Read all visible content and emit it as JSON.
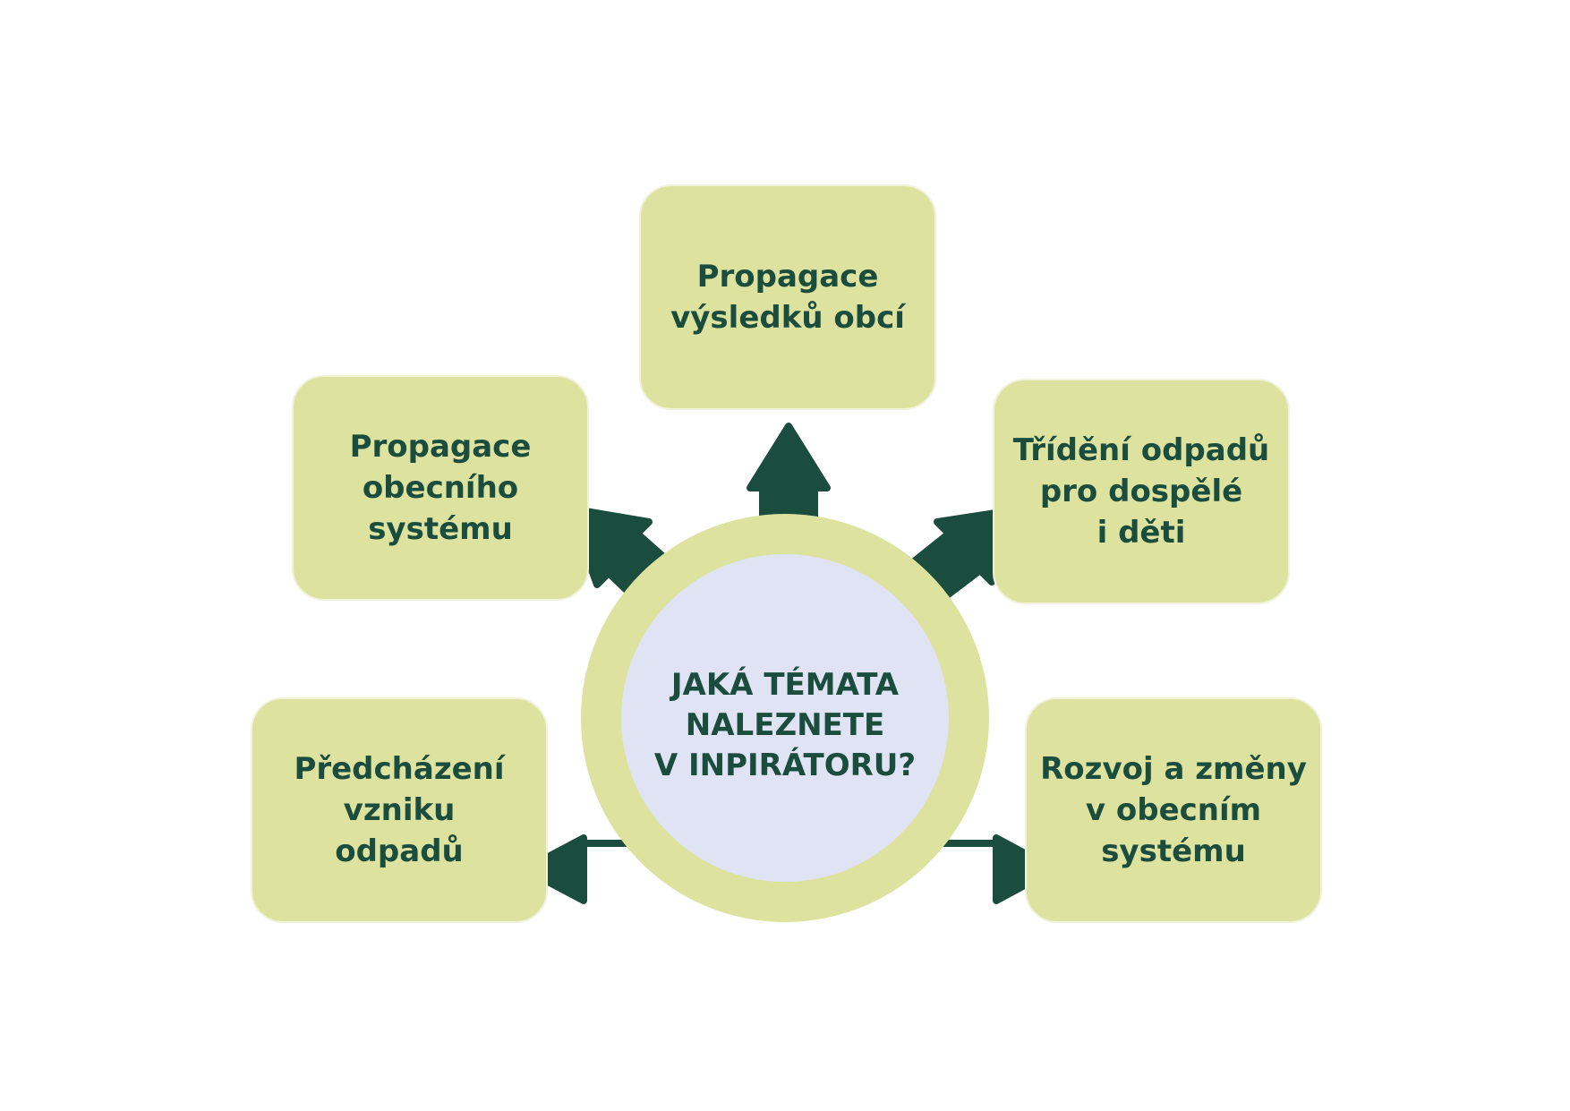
{
  "colors": {
    "box_fill": "#dde29f",
    "ring_fill": "#dde29f",
    "inner_fill": "#dfe3f4",
    "arrow_fill": "#1b4d3e",
    "text": "#1b4d3e"
  },
  "center": {
    "text": "JAKÁ TÉMATA\nNALEZNETE\nV INPIRÁTORU?"
  },
  "topics": [
    {
      "text": "Propagace\nvýsledků obcí"
    },
    {
      "text": "Propagace\nobecního\nsystému"
    },
    {
      "text": "Třídění odpadů\npro dospělé\ni děti"
    },
    {
      "text": "Předcházení\nvzniku\nodpadů"
    },
    {
      "text": "Rozvoj a změny\nv obecním\nsystému"
    }
  ]
}
